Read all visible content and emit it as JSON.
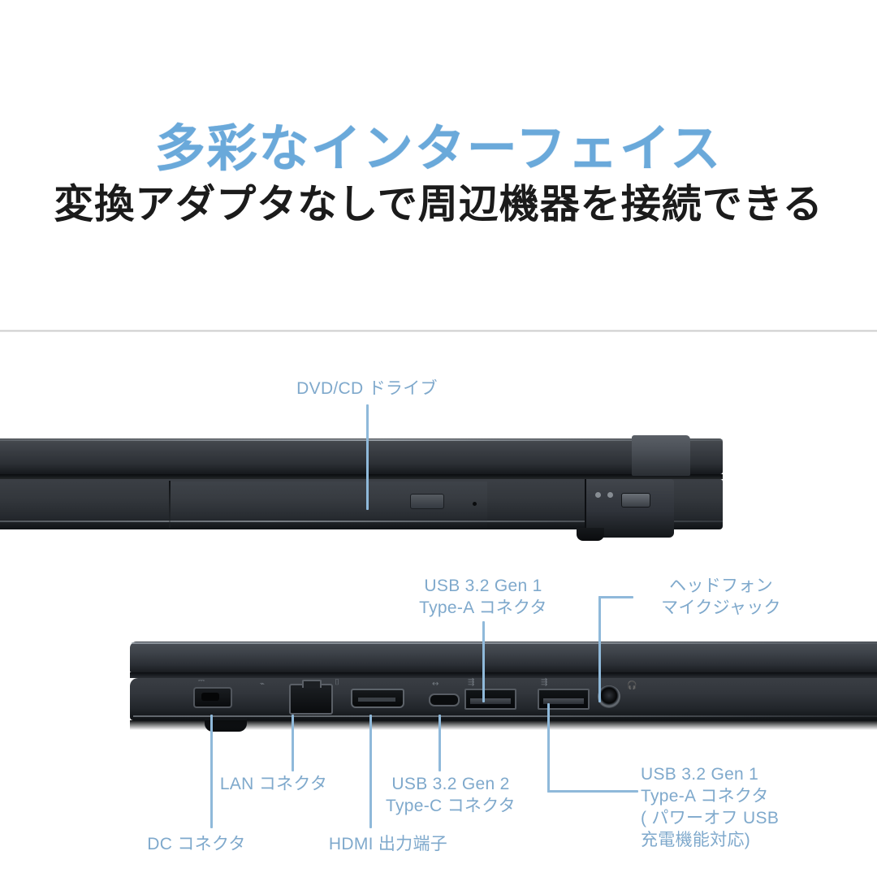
{
  "page": {
    "background_color": "#ffffff",
    "accent_color": "#7fa9cc",
    "headline_color": "#6aa9da",
    "subhead_color": "#1b1b1b"
  },
  "header": {
    "headline": "多彩なインターフェイス",
    "subhead": "変換アダプタなしで周辺機器を接続できる"
  },
  "figures": {
    "top": {
      "name": "closed-laptop-right-side-view",
      "callouts": [
        {
          "id": "dvd",
          "label": "DVD/CD ドライブ"
        }
      ]
    },
    "bottom": {
      "name": "open-laptop-rear-port-view",
      "callouts": [
        {
          "id": "usb_a_rear",
          "label": "USB 3.2 Gen 1\nType-A コネクタ"
        },
        {
          "id": "headphone",
          "label": "ヘッドフォン\nマイクジャック"
        },
        {
          "id": "lan",
          "label": "LAN コネクタ"
        },
        {
          "id": "dc",
          "label": "DC コネクタ"
        },
        {
          "id": "usb_c",
          "label": "USB 3.2 Gen 2\nType-C コネクタ"
        },
        {
          "id": "hdmi",
          "label": "HDMI 出力端子"
        },
        {
          "id": "usb_a_power",
          "label": "USB 3.2 Gen 1\nType-A コネクタ\n( パワーオフ USB\n充電機能対応)"
        }
      ]
    }
  },
  "port_glyphs": {
    "dc": "⎓",
    "lan": "⌸",
    "hdmi": "⌷",
    "usb_c": "↔",
    "usb_a": "⇶",
    "jack": "𝇞"
  }
}
